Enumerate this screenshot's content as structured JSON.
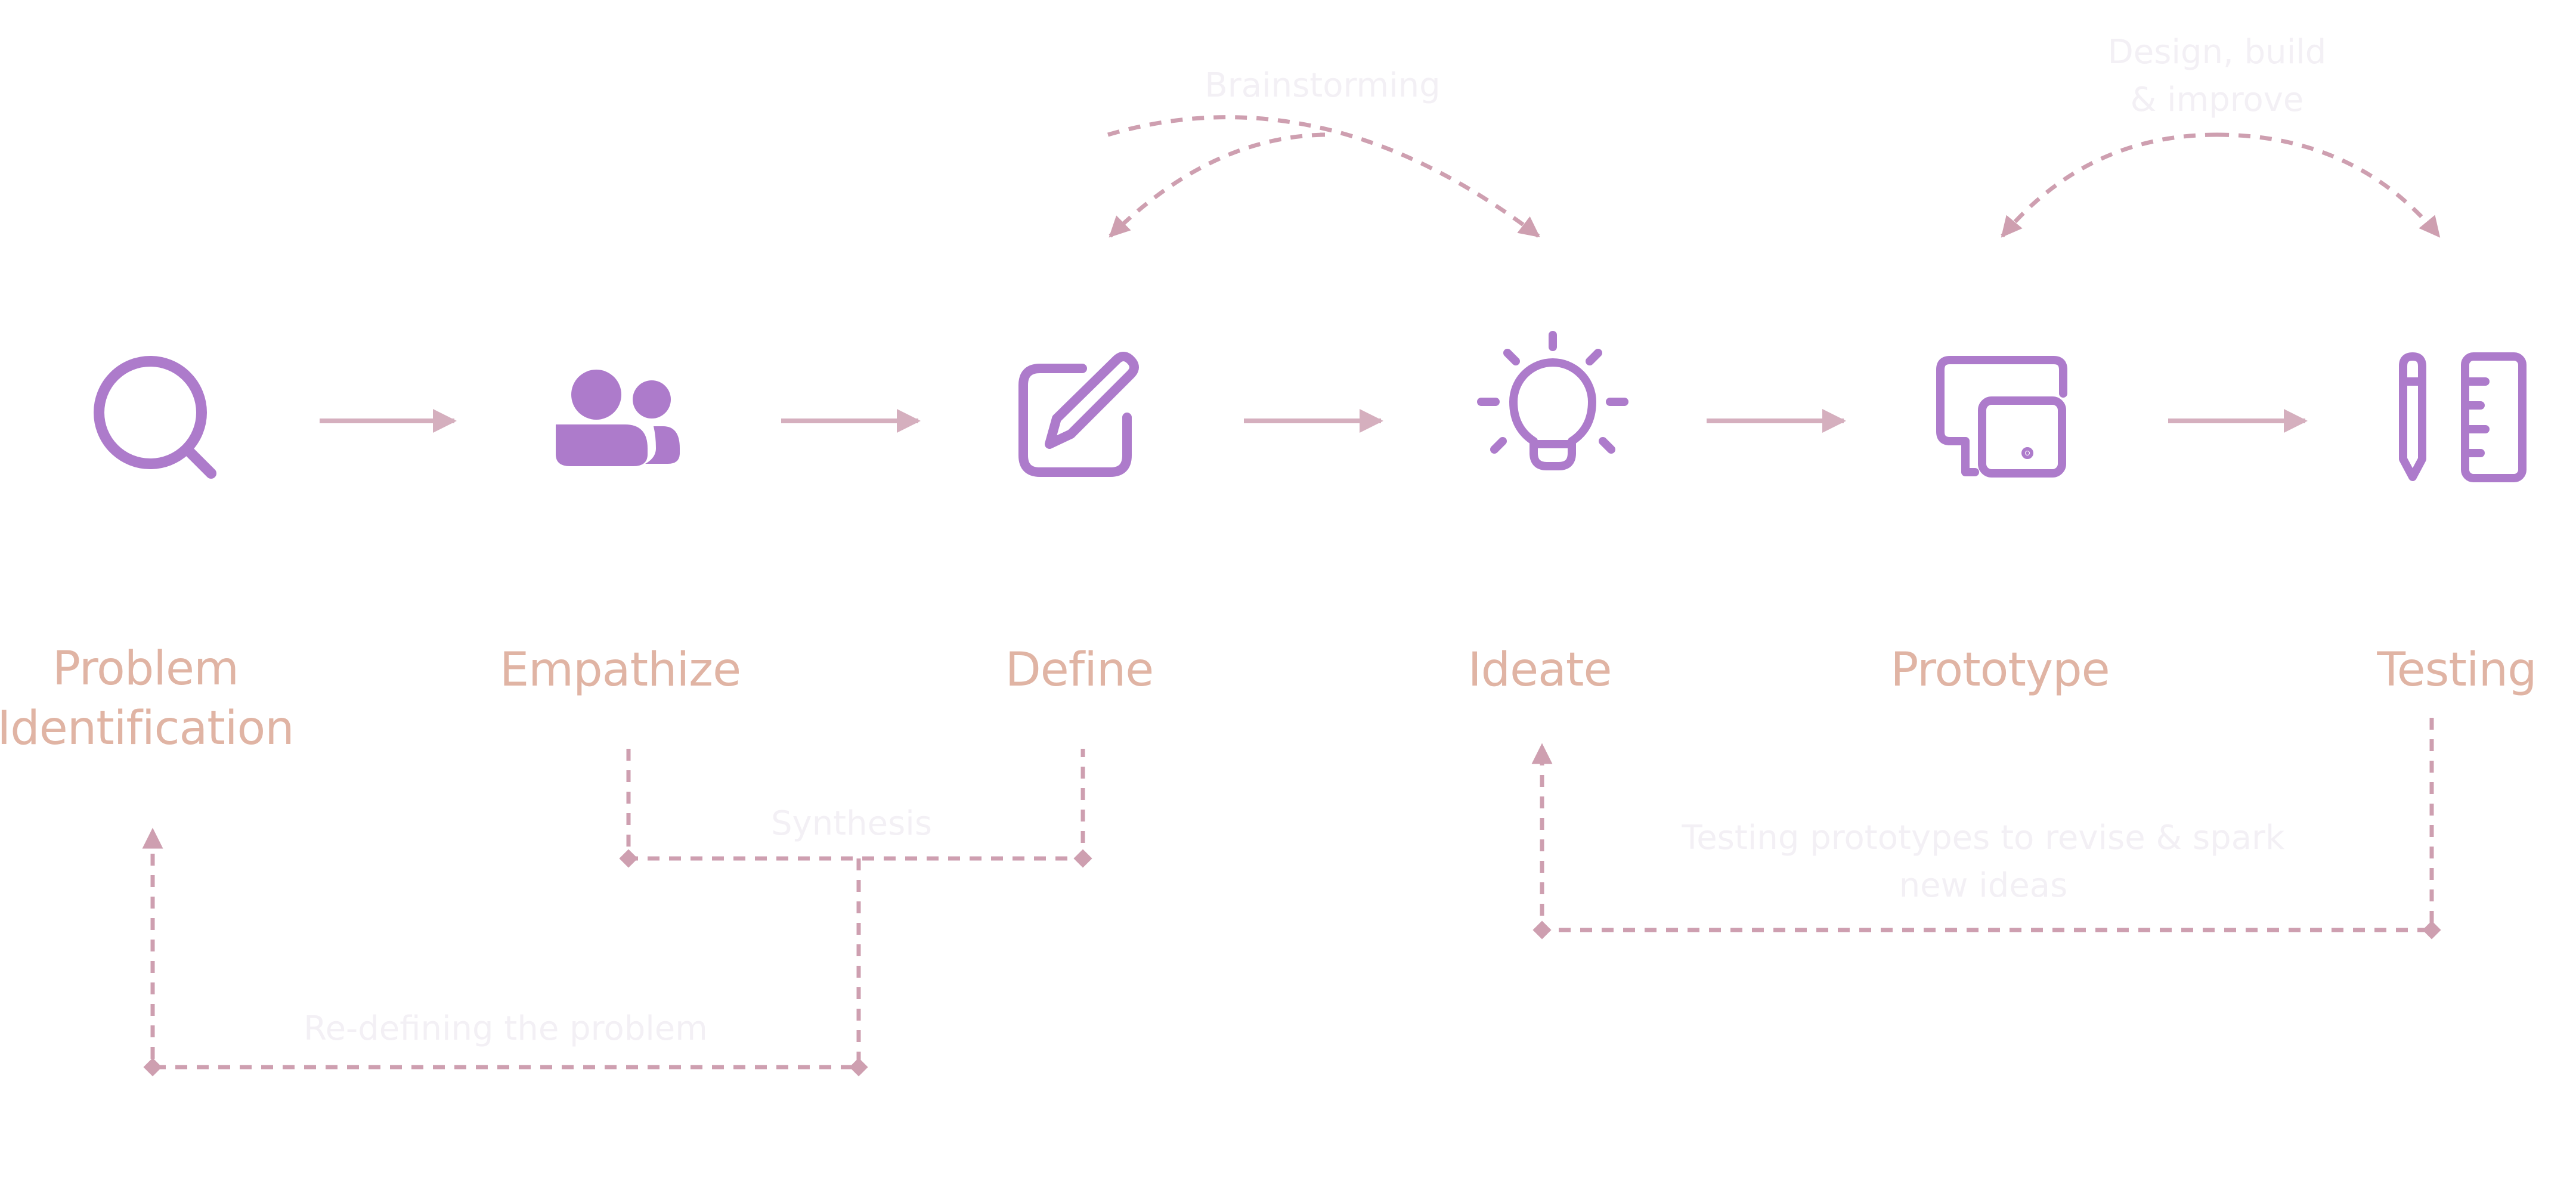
{
  "colors": {
    "icon": "#AD7BCB",
    "label": "#E0B4A4",
    "arrow": "#D5AFBE",
    "dashed": "#CE9FB0",
    "caption": "#F3F0F5"
  },
  "steps": [
    {
      "label_lines": [
        "Problem",
        "Identification"
      ],
      "icon": "magnifier-icon"
    },
    {
      "label_lines": [
        "Empathize"
      ],
      "icon": "users-icon"
    },
    {
      "label_lines": [
        "Define"
      ],
      "icon": "edit-pencil-icon"
    },
    {
      "label_lines": [
        "Ideate"
      ],
      "icon": "lightbulb-icon"
    },
    {
      "label_lines": [
        "Prototype"
      ],
      "icon": "devices-icon"
    },
    {
      "label_lines": [
        "Testing"
      ],
      "icon": "pencil-ruler-icon"
    }
  ],
  "loops": {
    "brainstorming": {
      "lines": [
        "Brainstorming"
      ]
    },
    "design_build": {
      "lines": [
        "Design, build",
        "& improve"
      ]
    },
    "synthesis": {
      "lines": [
        "Synthesis"
      ]
    },
    "redefining": {
      "lines": [
        "Re-defining the problem"
      ]
    },
    "testing_feedback": {
      "lines": [
        "Testing prototypes to revise & spark",
        "new ideas"
      ]
    }
  }
}
